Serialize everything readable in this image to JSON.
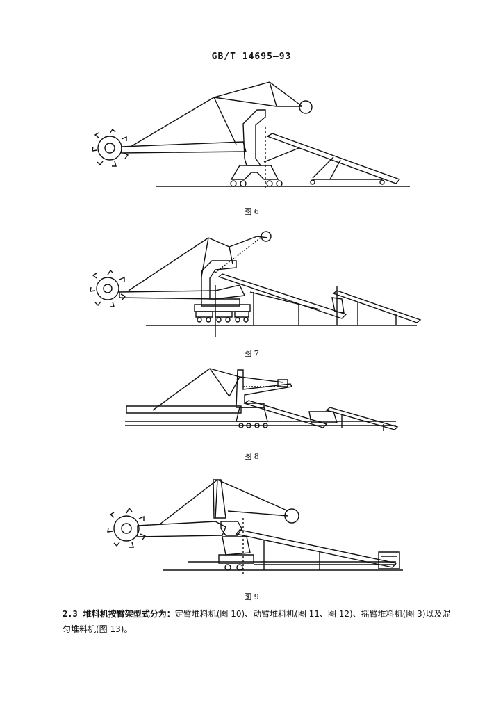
{
  "header": {
    "standard_code": "GB/T 14695—93"
  },
  "figures": [
    {
      "caption": "图 6"
    },
    {
      "caption": "图 7"
    },
    {
      "caption": "图 8"
    },
    {
      "caption": "图 9"
    }
  ],
  "section": {
    "number": "2.3",
    "lead": "堆料机按臂架型式分为：",
    "text": "定臂堆料机(图 10)、动臂堆料机(图 11、图 12)、摇臂堆料机(图 3)以及混匀堆料机(图 13)。"
  }
}
